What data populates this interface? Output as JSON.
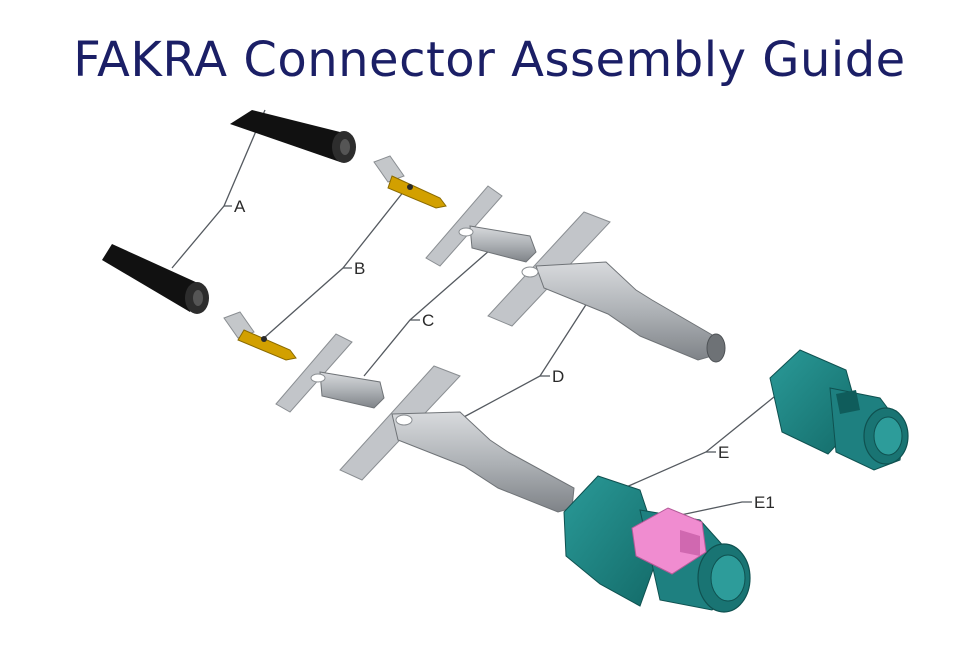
{
  "title": "FAKRA Connector Assembly Guide",
  "labels": {
    "a": "A",
    "b": "B",
    "c": "C",
    "d": "D",
    "e": "E",
    "e1": "E1"
  },
  "colors": {
    "title": "#1b1f66",
    "cable": "#111111",
    "metal": "#b9bcc0",
    "pin": "#d2a000",
    "housing": "#1e8080",
    "lock": "#f08cd0"
  }
}
